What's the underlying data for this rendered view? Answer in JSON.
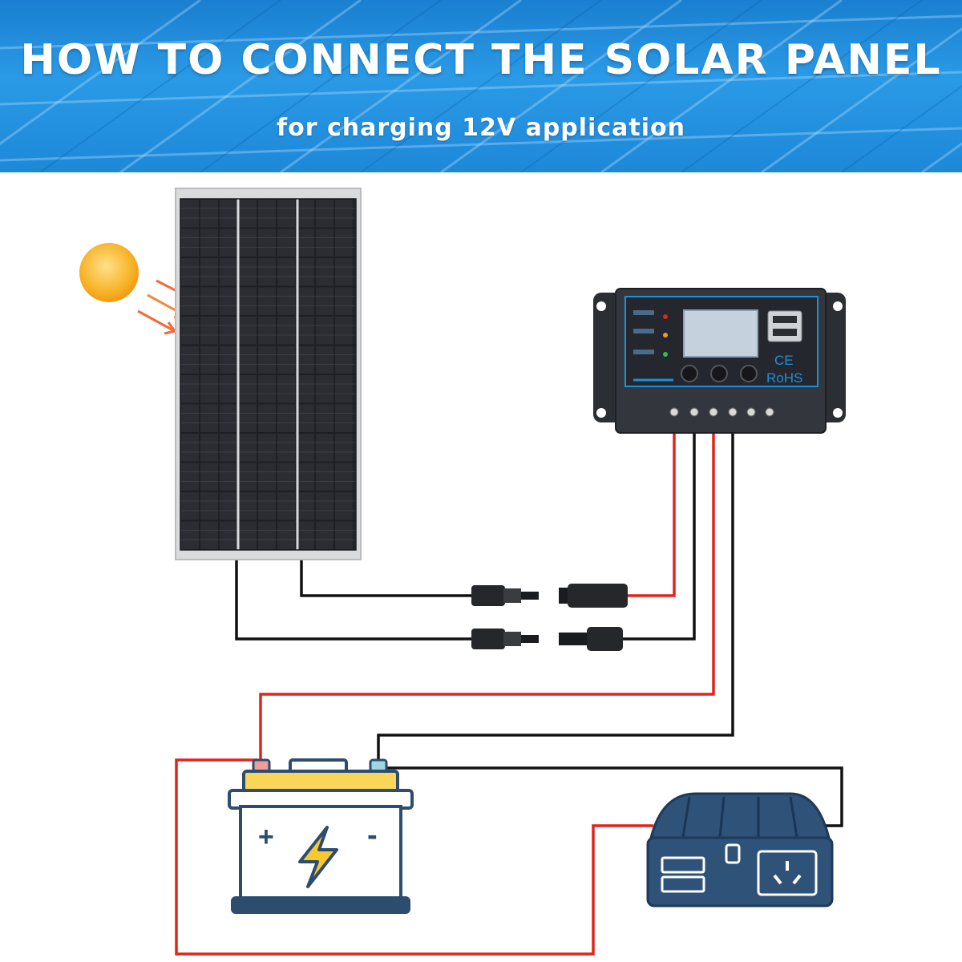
{
  "header": {
    "title": "HOW TO CONNECT THE SOLAR PANEL",
    "subtitle": "for charging 12V application"
  },
  "controller": {
    "marks": {
      "ce": "CE",
      "rohs": "RoHS"
    }
  },
  "battery": {
    "plus_symbol": "+",
    "minus_symbol": "-"
  },
  "colors": {
    "header_blue": "#1d88d8",
    "positive_wire": "#e0241c",
    "negative_wire": "#111111",
    "battery_blue": "#2d4d6f",
    "battery_cap_yellow": "#f9d65a",
    "bolt_yellow": "#f6c933",
    "sun_orange": "#f7a21b",
    "inverter_blue": "#2e5278",
    "controller_accent": "#1e90d6"
  },
  "icons": [
    "sun-icon",
    "solar-panel-icon",
    "charge-controller-icon",
    "mc4-connector-icon",
    "battery-icon",
    "lightning-bolt-icon",
    "inverter-icon",
    "power-outlet-icon",
    "usb-port-icon"
  ]
}
